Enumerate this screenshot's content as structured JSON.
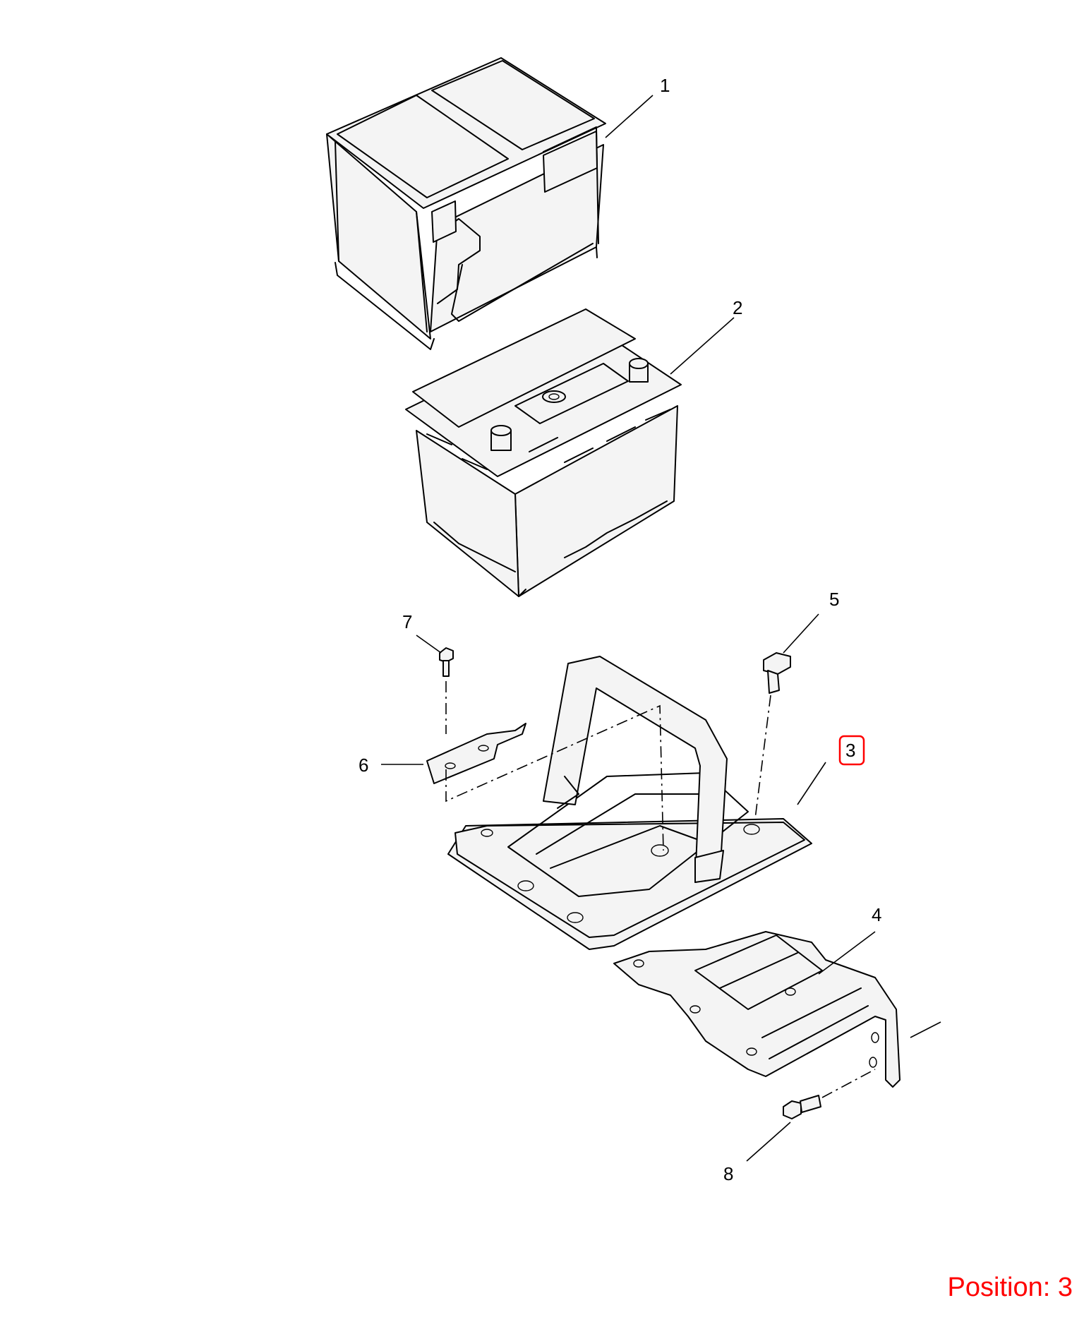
{
  "labels": {
    "p1": "1",
    "p2": "2",
    "p3": "3",
    "p4": "4",
    "p5": "5",
    "p6": "6",
    "p7": "7",
    "p8": "8"
  },
  "highlighted_label": "3",
  "highlight_color": "#ff0000",
  "position_text": "Position: 3"
}
